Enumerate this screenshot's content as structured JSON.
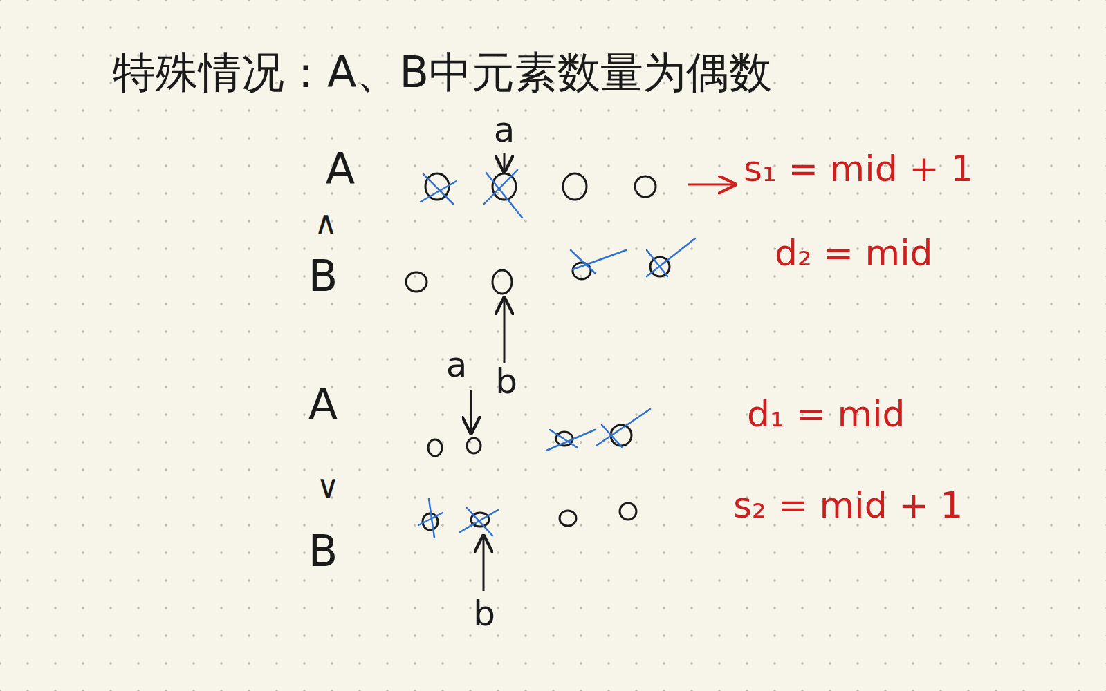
{
  "diagram": {
    "title": "特殊情况：A、B中元素数量为偶数",
    "labels": [
      "a",
      "A",
      "∧",
      "B",
      "b",
      "s₁ = mid + 1",
      "d₂ = mid",
      "a",
      "A",
      "∨",
      "B",
      "b",
      "d₁ = mid",
      "s₂ = mid + 1"
    ]
  }
}
